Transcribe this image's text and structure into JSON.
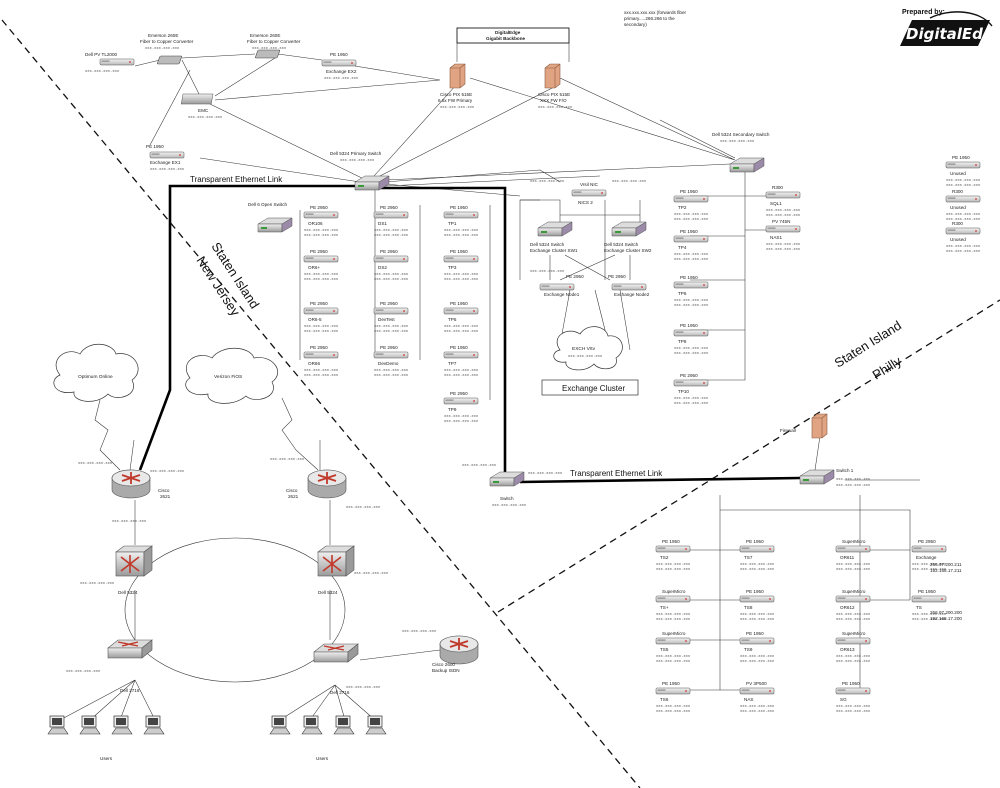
{
  "logo": {
    "prepared_by": "Prepared by:",
    "brand": "DigitalEdge"
  },
  "regions": {
    "staten_island_nj": "Staten Island",
    "new_jersey": "New Jersey",
    "staten_island_philly": "Staten Island",
    "philly": "Philly"
  },
  "links": {
    "transparent_1": "Transparent Ethernet Link",
    "transparent_2": "Transparent Ethernet Link"
  },
  "cluster": {
    "label": "Exchange Cluster",
    "cloud_top": "EXCH Vrtv",
    "cloud_ip": "xxx.xxx.xxx.xxx"
  },
  "note": {
    "line1": "xxx.xxx.xxx.xxx (forwards fiber",
    "line2": "primary.....266.266 to the",
    "line3": "secondary)"
  },
  "backbone": {
    "line1": "DigitalEdge",
    "line2": "Gigabit Backbone"
  },
  "top": {
    "dell_pvtl": "Dell PV TL2000",
    "conv1_1": "Emerson 260E",
    "conv1_2": "Fiber to Copper Converter",
    "conv2_1": "Emerson 260E",
    "conv2_2": "Fiber to Copper Converter",
    "pe1950_top": "PE 1950",
    "exchange_ex2": "Exchange EX2",
    "emc": "EMC",
    "pe1950_ex1": "PE 1950",
    "exchange_ex1": "Exchange EX1",
    "pix_primary_1": "Cisco PIX 515E",
    "pix_primary_2": "6.6x FW Primary",
    "pix_failover_1": "Cisco PIX 515E",
    "pix_failover_2": "XXX FW F/O",
    "primary_switch": "Dell 5324 Primary Switch",
    "secondary_switch": "Dell 5324 Secondary Switch",
    "ip": "xxx.xxx.xxx.xxx"
  },
  "mid": {
    "dmz_switch": "Dell 6 Open Switch",
    "vlan_ip": "xxx.xxx.xxx.xxx",
    "nic_vlan": "Vrsil NIC",
    "nics2": "NICS 2",
    "exch_sw1_1": "Dell 5324 Switch",
    "exch_sw1_2": "Exchange Cluster SW1",
    "exch_sw2_1": "Dell 5324 Switch",
    "exch_sw2_2": "Exchange Cluster SW2",
    "exch_node1_a": "PE 2950",
    "exch_node1_b": "Exchange Node1",
    "exch_node2_a": "PE 2950",
    "exch_node2_b": "Exchange Node2",
    "cols": [
      [
        [
          "PE 2950",
          "OR106"
        ],
        [
          "PE 2950",
          "OR6+"
        ],
        [
          "PE 2950",
          "OR6-5"
        ],
        [
          "PE 2950",
          "OR66"
        ]
      ],
      [
        [
          "PE 2950",
          "DS1"
        ],
        [
          "PE 2950",
          "DS2"
        ],
        [
          "PE 2950",
          "DevTest"
        ],
        [
          "PE 2950",
          "DevDemo"
        ]
      ],
      [
        [
          "PE 1950",
          "TP1"
        ],
        [
          "PE 1950",
          "TP3"
        ],
        [
          "PE 1950",
          "TP5"
        ],
        [
          "PE 1950",
          "TP7"
        ],
        [
          "PE 2950",
          "TP9"
        ]
      ],
      [
        [
          "PE 1950",
          "TP2"
        ],
        [
          "PE 1950",
          "TP4"
        ],
        [
          "PE 1950",
          "TP6"
        ],
        [
          "PE 1950",
          "TP8"
        ],
        [
          "PE 2950",
          "TP10"
        ]
      ]
    ],
    "right": [
      [
        "R300",
        "SQL1"
      ],
      [
        "PV 745N",
        "NAS1"
      ]
    ]
  },
  "far_right": [
    [
      "PE 1950",
      "Unused"
    ],
    [
      "R300",
      "Unused"
    ],
    [
      "R300",
      "Unused"
    ]
  ],
  "philly": {
    "firewall": "Firewall",
    "switch": "Switch 1",
    "switch_ip": "xxx.xxx.xxx.xxx",
    "cols": [
      [
        [
          "PE 1950",
          "TS2"
        ],
        [
          "SuperMicro",
          "TS+"
        ],
        [
          "SuperMicro",
          "TS5"
        ],
        [
          "PE 1950",
          "TS6"
        ]
      ],
      [
        [
          "PE 1950",
          "TS7"
        ],
        [
          "PE 1950",
          "TS8"
        ],
        [
          "PE 1950",
          "TS9"
        ],
        [
          "PV 3P500",
          "NAS"
        ]
      ],
      [
        [
          "SuperMicro",
          "OR611"
        ],
        [
          "SuperMicro",
          "OR612"
        ],
        [
          "SuperMicro",
          "OR613"
        ],
        [
          "PE 1950",
          "SG"
        ]
      ],
      [
        [
          "PE 2950",
          "Exchange"
        ],
        [
          "PE 1950",
          "TS"
        ]
      ]
    ],
    "exch_ip1": "266.97.200.211",
    "exch_ip2": "192.168.17.211",
    "ts_ip1": "266.97.200.200",
    "ts_ip2": "192.168.17.200"
  },
  "nj": {
    "cloud_left": "Optimum Online",
    "cloud_right": "Verizon FiOS",
    "router_left": "Cisco",
    "router_left_sub": "2621",
    "router_right": "Cisco",
    "router_right_sub": "2621",
    "switch_left": "Dell 5324",
    "switch_right": "Dell 5324",
    "sw27_left": "Dell 2716",
    "sw27_right": "Dell 2716",
    "backup_router_1": "Cisco 2600",
    "backup_router_2": "Backup ISDN",
    "users_left": "Users",
    "users_right": "Users",
    "nyc_switch": "Switch",
    "ip": "xxx.xxx.xxx.xxx"
  },
  "colors": {
    "router": "#c0392b",
    "firewall": "#e0a482",
    "switch_green": "#3a9a3a",
    "switch_purple": "#6a4a8a"
  }
}
